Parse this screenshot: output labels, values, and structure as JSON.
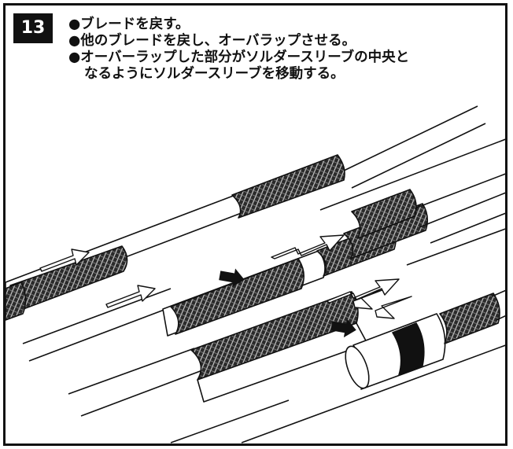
{
  "step": {
    "number": "13"
  },
  "instructions": {
    "line1": "●ブレードを戻す。",
    "line2": "●他のブレードを戻し、オーバラップさせる。",
    "line3": "●オーバーラップした部分がソルダースリーブの中央と",
    "line4": "なるようにソルダースリーブを移動する。"
  },
  "colors": {
    "ink": "#111111",
    "paper": "#ffffff",
    "braid": "#2a2a2a"
  },
  "icons": {
    "hollow_arrow": "hollow-arrow-icon",
    "solid_arrow": "solid-arrow-icon",
    "zigzag_arrow": "zigzag-arrow-icon"
  }
}
